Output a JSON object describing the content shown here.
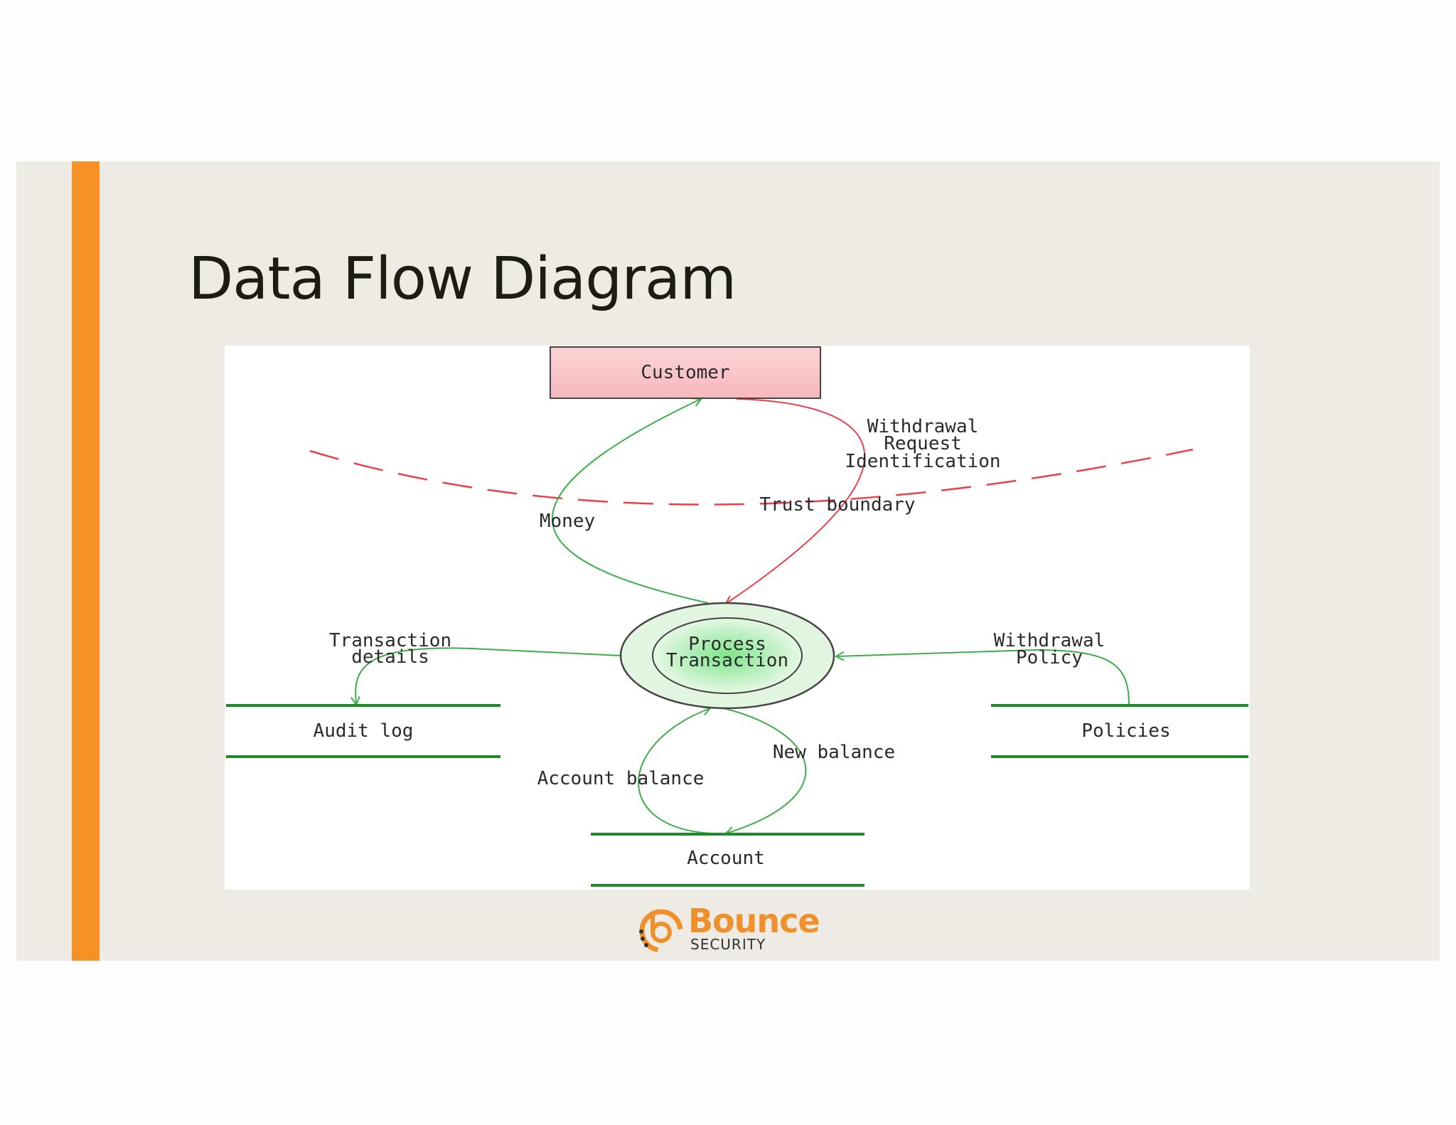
{
  "slide": {
    "title": "Data Flow Diagram",
    "accent_color": "#f59125"
  },
  "diagram": {
    "external_entity": {
      "label": "Customer"
    },
    "process": {
      "label_line1": "Process",
      "label_line2": "Transaction"
    },
    "data_stores": {
      "audit_log": "Audit log",
      "policies": "Policies",
      "account": "Account"
    },
    "flows": {
      "money": "Money",
      "withdrawal_request_1": "Withdrawal",
      "withdrawal_request_2": "Request",
      "withdrawal_request_3": "Identification",
      "transaction_details_1": "Transaction",
      "transaction_details_2": "details",
      "withdrawal_policy_1": "Withdrawal",
      "withdrawal_policy_2": "Policy",
      "account_balance": "Account balance",
      "new_balance": "New balance"
    },
    "trust_boundary": "Trust boundary",
    "colors": {
      "flow": "#3cae4a",
      "trust_boundary": "#e8414b",
      "request_flow": "#e8414b",
      "store_line": "#1f8a2a"
    }
  },
  "logo": {
    "name": "Bounce",
    "subtitle": "SECURITY",
    "icon": "bounce-logo-icon"
  }
}
